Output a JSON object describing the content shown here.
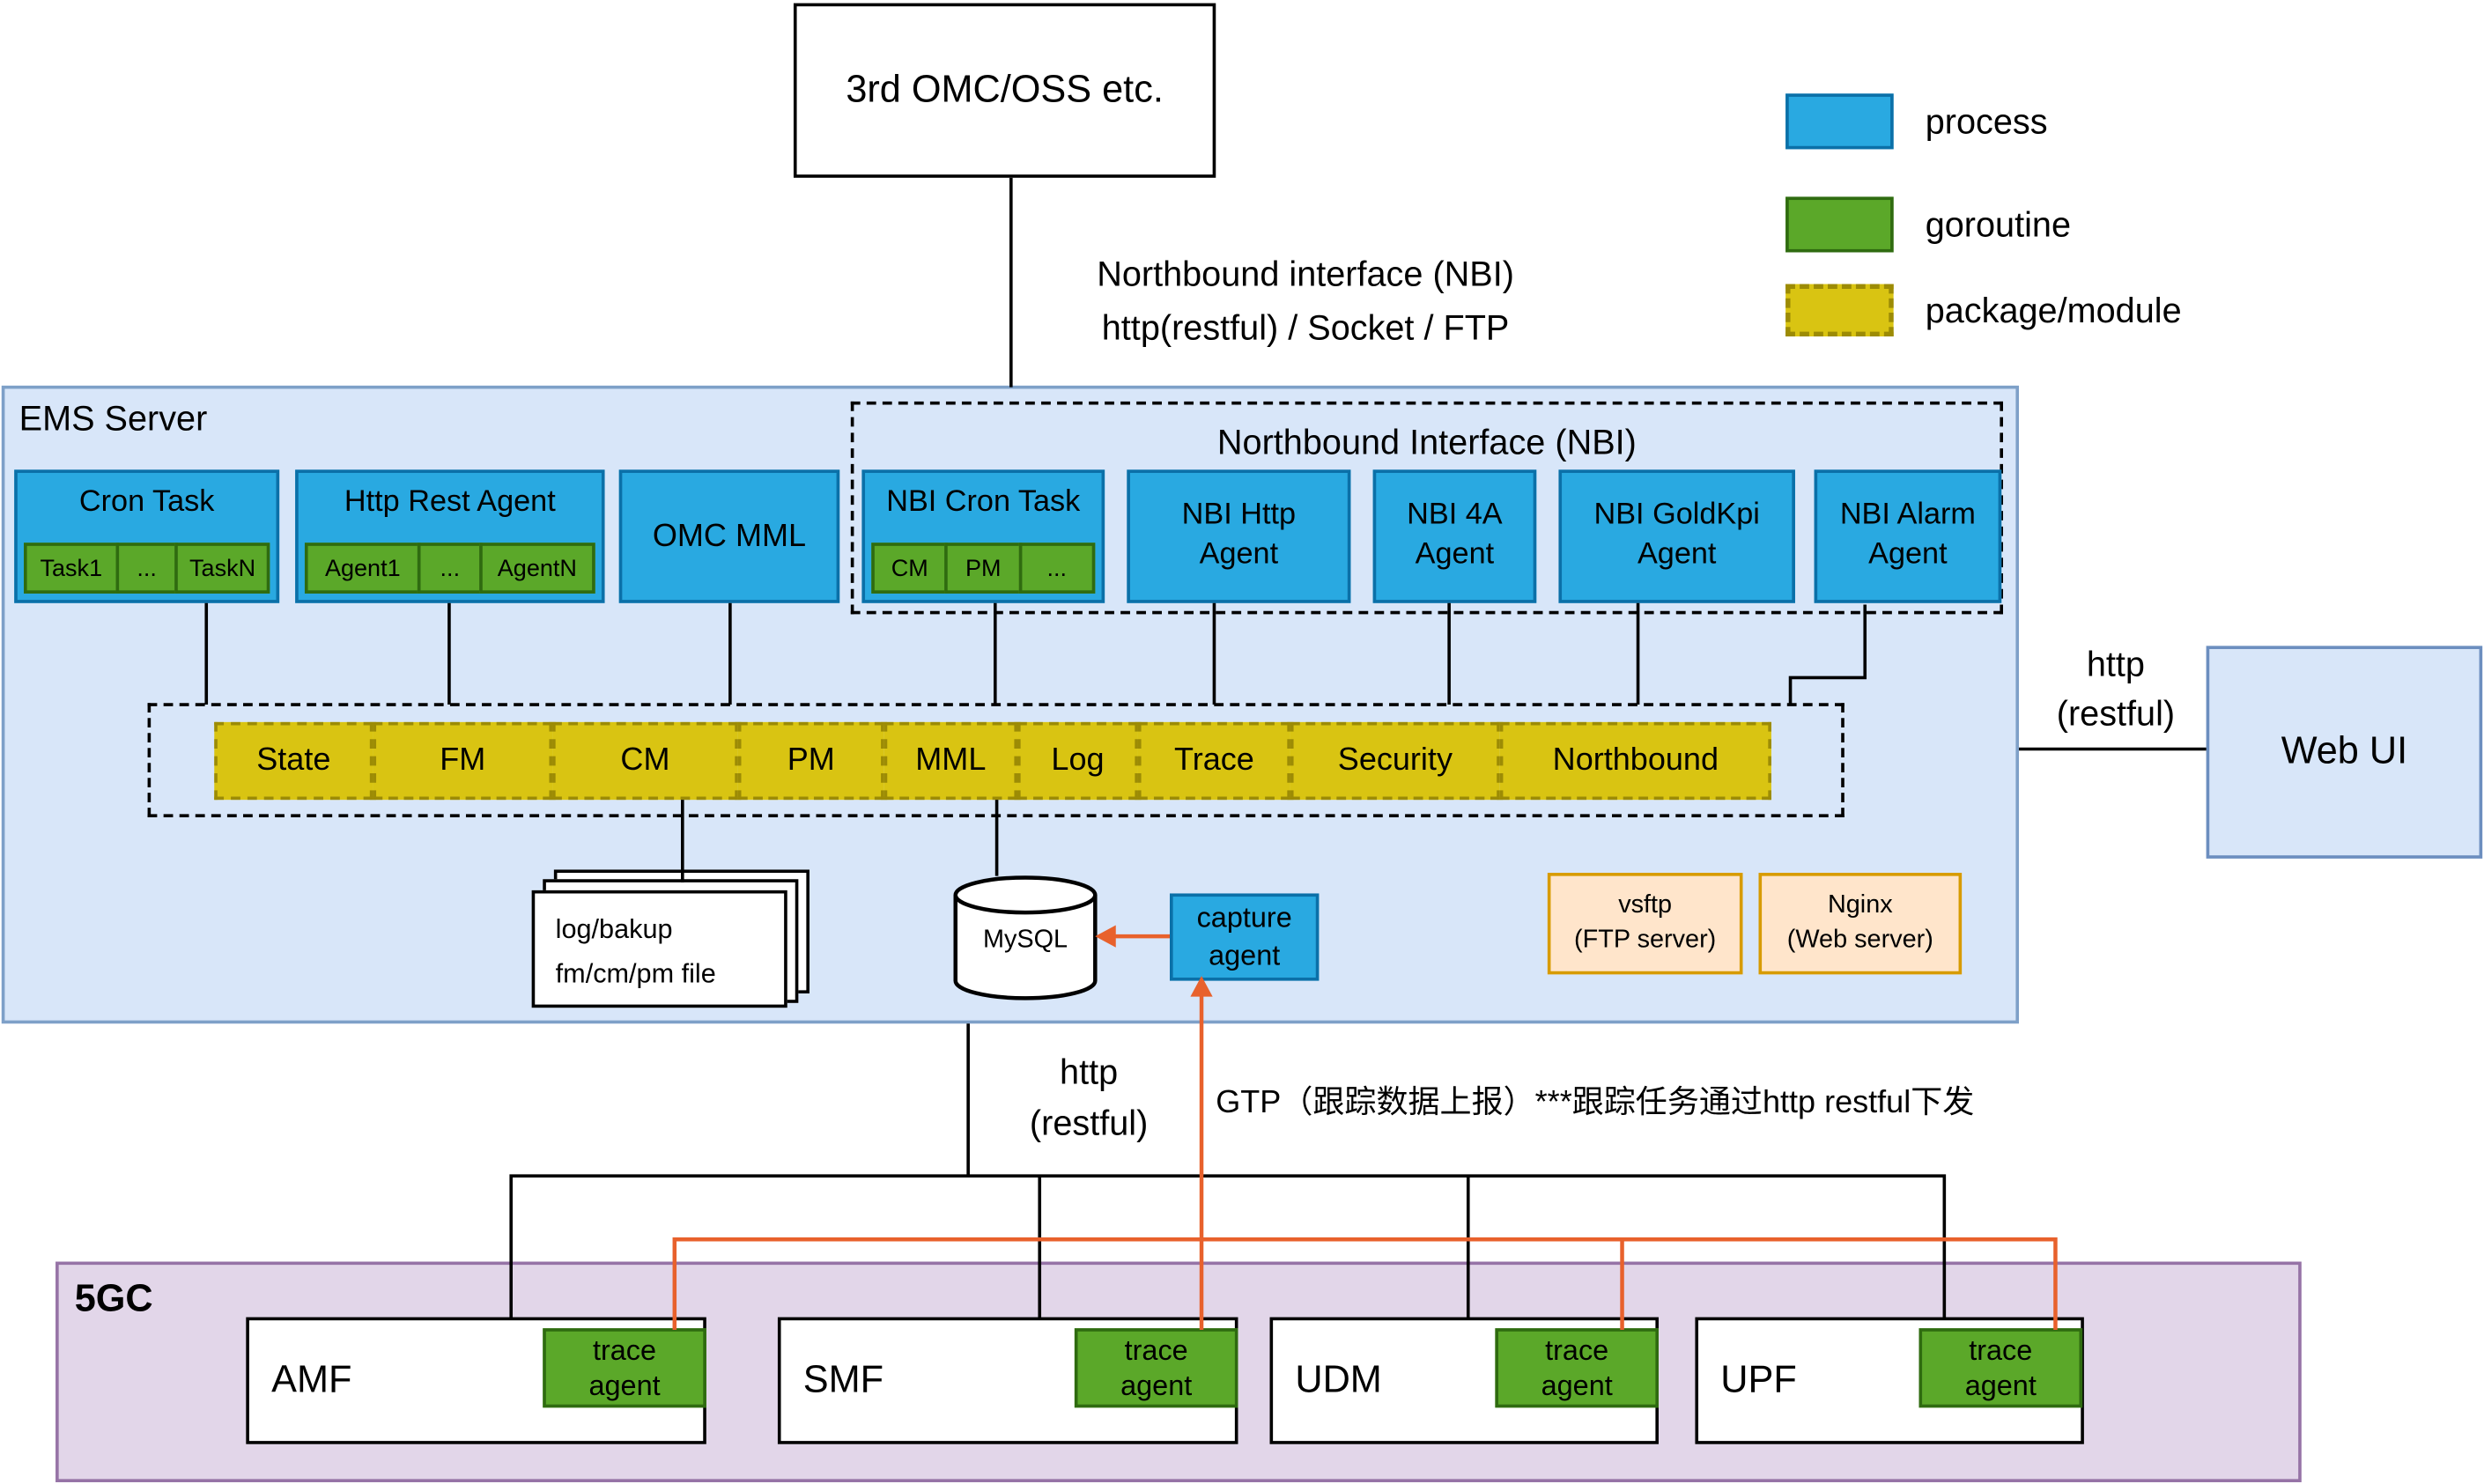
{
  "colors": {
    "process_fill": "#29A9E1",
    "process_border": "#0B70A8",
    "goroutine_fill": "#5BA829",
    "goroutine_border": "#2F6B10",
    "package_fill": "#D9C412",
    "package_border": "#9C8B05",
    "ems_fill": "#D8E6F9",
    "webui_fill": "#D8E6F9",
    "webui_border": "#6C8EBF",
    "core_fill": "#E2D6E9",
    "core_border": "#9673A6",
    "server_box_fill": "#FFE5CB",
    "server_box_border": "#D79B00",
    "arrow_orange": "#E8612C",
    "line_black": "#000000"
  },
  "legend": {
    "process": "process",
    "goroutine": "goroutine",
    "package": "package/module"
  },
  "top": {
    "external_label": "3rd OMC/OSS etc.",
    "nbi_line1": "Northbound interface (NBI)",
    "nbi_line2": "http(restful) / Socket / FTP"
  },
  "ems": {
    "title": "EMS Server",
    "cron": {
      "title": "Cron Task",
      "cells": [
        "Task1",
        "...",
        "TaskN"
      ]
    },
    "rest": {
      "title": "Http Rest Agent",
      "cells": [
        "Agent1",
        "...",
        "AgentN"
      ]
    },
    "omc_mml": "OMC MML",
    "nbi": {
      "title": "Northbound Interface (NBI)",
      "cron": {
        "title": "NBI Cron Task",
        "cells": [
          "CM",
          "PM",
          "..."
        ]
      },
      "http_agent": "NBI Http\nAgent",
      "foura_agent": "NBI 4A\nAgent",
      "goldkpi_agent": "NBI GoldKpi\nAgent",
      "alarm_agent": "NBI Alarm\nAgent"
    },
    "modules": [
      "State",
      "FM",
      "CM",
      "PM",
      "MML",
      "Log",
      "Trace",
      "Security",
      "Northbound"
    ],
    "files": "log/bakup\nfm/cm/pm file",
    "mysql": "MySQL",
    "capture": "capture\nagent",
    "vsftp": "vsftp\n(FTP server)",
    "nginx": "Nginx\n(Web server)"
  },
  "webui": {
    "label": "Web UI",
    "link": "http\n(restful)"
  },
  "south": {
    "http": "http\n(restful)",
    "gtp": "GTP（跟踪数据上报）***跟踪任务通过http restful下发"
  },
  "core": {
    "title": "5GC",
    "nfs": [
      {
        "name": "AMF",
        "agent": "trace\nagent"
      },
      {
        "name": "SMF",
        "agent": "trace\nagent"
      },
      {
        "name": "UDM",
        "agent": "trace\nagent"
      },
      {
        "name": "UPF",
        "agent": "trace\nagent"
      }
    ]
  }
}
